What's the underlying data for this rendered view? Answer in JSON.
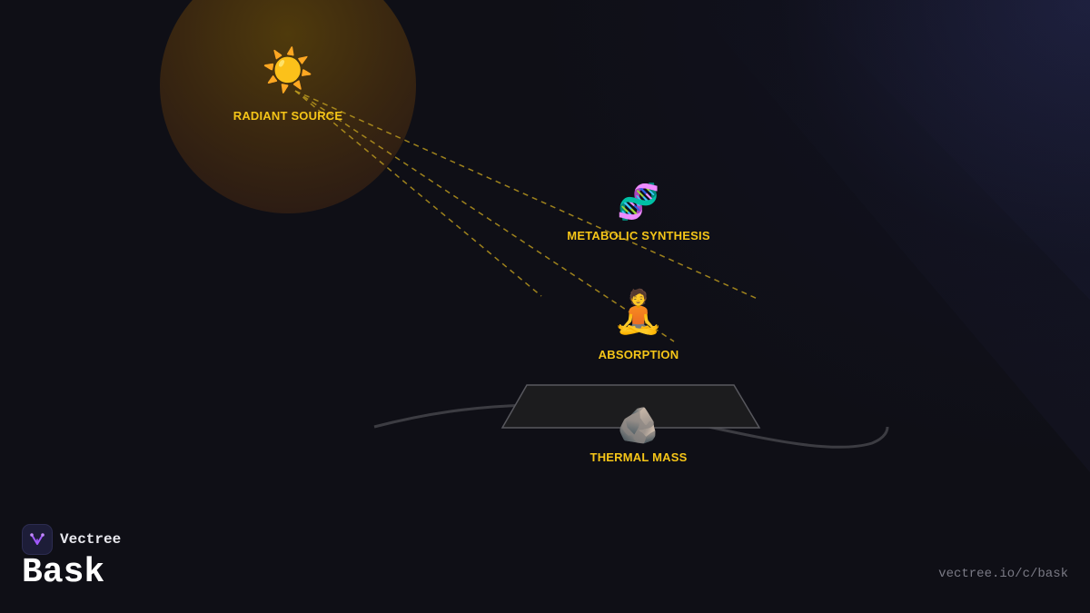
{
  "brand": {
    "name": "Vectree",
    "logo_icon": "vectree-logo-icon",
    "accent": "#a259ff"
  },
  "title": "Bask",
  "url": "vectree.io/c/bask",
  "diagram": {
    "label_color": "#f5c518",
    "nodes": [
      {
        "id": "radiant-source",
        "label": "RADIANT SOURCE",
        "emoji": "☀️",
        "icon": "sun-icon"
      },
      {
        "id": "metabolic-synthesis",
        "label": "METABOLIC SYNTHESIS",
        "emoji": "🧬",
        "icon": "dna-icon"
      },
      {
        "id": "absorption",
        "label": "ABSORPTION",
        "emoji": "🧘",
        "icon": "person-meditating-icon"
      },
      {
        "id": "thermal-mass",
        "label": "THERMAL MASS",
        "emoji": "🪨",
        "icon": "rock-icon"
      }
    ]
  }
}
